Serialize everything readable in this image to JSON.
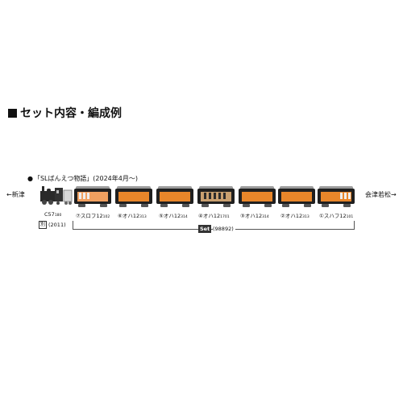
{
  "heading": "セット内容・編成例",
  "formation_title": "「SLばんえつ物語」(2024年4月〜)",
  "direction_left": "←新津",
  "direction_right": "会津若松→",
  "loco": {
    "label": "C57",
    "sub": "180",
    "separate_badge": "別",
    "separate_year": "(2011)"
  },
  "cars": [
    {
      "label": "⑦スロフ12",
      "sub": "102"
    },
    {
      "label": "⑥オハ12",
      "sub": "313"
    },
    {
      "label": "⑤オハ12",
      "sub": "314"
    },
    {
      "label": "④オハ12",
      "sub": "1701"
    },
    {
      "label": "③オハ12",
      "sub": "314"
    },
    {
      "label": "②オハ12",
      "sub": "313"
    },
    {
      "label": "①スハフ12",
      "sub": "101"
    }
  ],
  "set": {
    "badge": "Set",
    "code": "(98892)"
  },
  "colors": {
    "car_orange": "#e8862a",
    "car_dark": "#1f1f1f"
  }
}
